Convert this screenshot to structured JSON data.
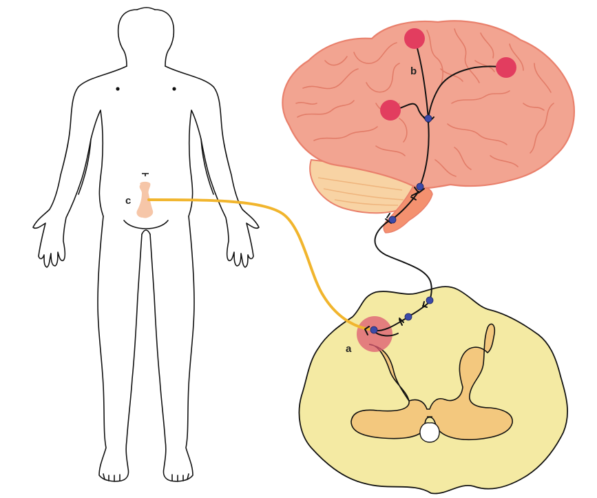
{
  "labels": {
    "a": "a",
    "b": "b",
    "c": "c"
  },
  "colors": {
    "brain_fill": "#f2a491",
    "brain_outline": "#e9806c",
    "brain_sulci": "#e6826f",
    "cerebellum_fill": "#f8d3a4",
    "brainstem": "#f4916f",
    "cortex_neuron": "#e23d5f",
    "cord_white_matter": "#f4eaa3",
    "cord_gray_matter": "#f3c87e",
    "dorsal_horn_highlight": "#de5a72",
    "afferent_fiber": "#f1b52d",
    "pelvic_organ": "#f6c6a8",
    "synapse": "#3b4aa8",
    "axon": "#111111",
    "body_outline": "#111111"
  }
}
